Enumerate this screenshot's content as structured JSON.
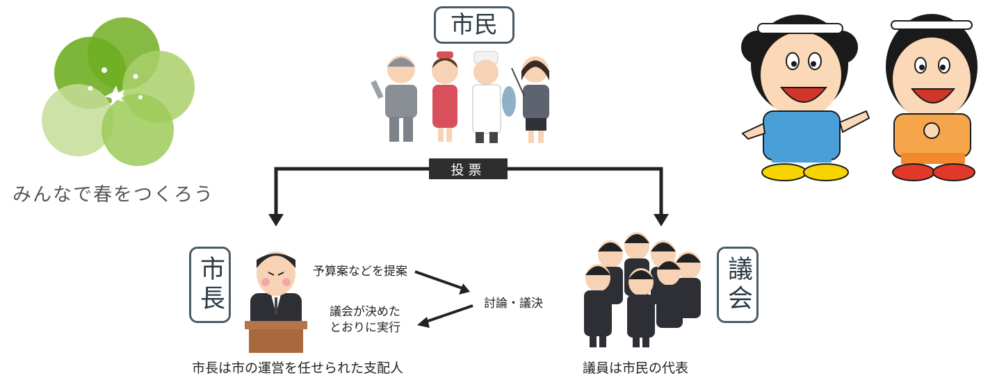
{
  "slogan": "みんなで春をつくろう",
  "citizens_label": "市民",
  "vote_label": "投票",
  "mayor_label": "市長",
  "assembly_label": "議会",
  "proposal_text": "予算案などを提案",
  "execute_text_line1": "議会が決めた",
  "execute_text_line2": "とおりに実行",
  "debate_text": "討論・議決",
  "mayor_caption": "市長は市の運営を任せられた支配人",
  "assembly_caption": "議員は市民の代表",
  "colors": {
    "logo_dark_green": "#7ab32e",
    "logo_light_green": "#b3d476",
    "label_border": "#4a5a64",
    "vote_bar": "#2e2e2e",
    "suit": "#2d2f35"
  }
}
